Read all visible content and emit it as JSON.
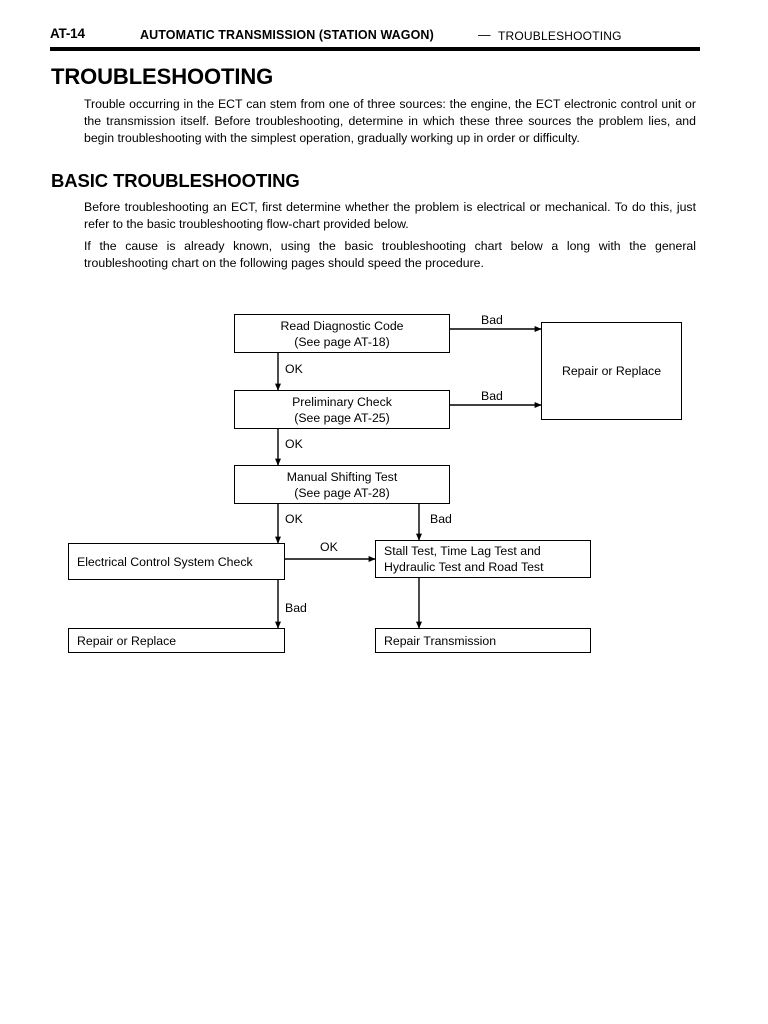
{
  "header": {
    "page_number": "AT-14",
    "title": "AUTOMATIC TRANSMISSION (STATION WAGON)",
    "separator": "—",
    "section": "TROUBLESHOOTING"
  },
  "headings": {
    "troubleshooting": "TROUBLESHOOTING",
    "basic_troubleshooting": "BASIC TROUBLESHOOTING"
  },
  "paragraphs": {
    "intro": "Trouble occurring in the ECT can stem from one of three sources: the engine, the ECT electronic control unit or the transmission itself. Before troubleshooting, determine in which these three sources the problem lies, and begin troubleshooting with the simplest operation, gradually working up in order or difficulty.",
    "basic1": "Before troubleshooting an ECT, first determine whether the problem is electrical or mechanical. To do this, just refer to the basic troubleshooting flow-chart provided below.",
    "basic2": "If the cause is already known, using the basic troubleshooting chart below a long with the general troubleshooting chart on the following pages should speed the procedure."
  },
  "flowchart": {
    "nodes": {
      "read_diagnostic_code": {
        "line1": "Read Diagnostic Code",
        "line2": "(See page AT-18)"
      },
      "preliminary_check": {
        "line1": "Preliminary Check",
        "line2": "(See page AT-25)"
      },
      "manual_shifting_test": {
        "line1": "Manual Shifting Test",
        "line2": "(See page AT-28)"
      },
      "repair_or_replace_main": {
        "line1": "Repair or Replace"
      },
      "electrical_control_system_check": {
        "line1": "Electrical Control System Check"
      },
      "stall_test": {
        "line1": "Stall Test, Time Lag Test and",
        "line2": "Hydraulic Test and Road Test"
      },
      "repair_or_replace_bottom": {
        "line1": "Repair or Replace"
      },
      "repair_transmission": {
        "line1": "Repair Transmission"
      }
    },
    "edges": [
      {
        "id": "read-to-repair",
        "label": "Bad"
      },
      {
        "id": "read-to-prelim",
        "label": "OK"
      },
      {
        "id": "prelim-to-repair",
        "label": "Bad"
      },
      {
        "id": "prelim-to-manual",
        "label": "OK"
      },
      {
        "id": "manual-to-elec",
        "label": "OK"
      },
      {
        "id": "manual-to-stall",
        "label": "Bad"
      },
      {
        "id": "elec-to-stall",
        "label": "OK"
      },
      {
        "id": "elec-to-repair",
        "label": "Bad"
      }
    ]
  }
}
